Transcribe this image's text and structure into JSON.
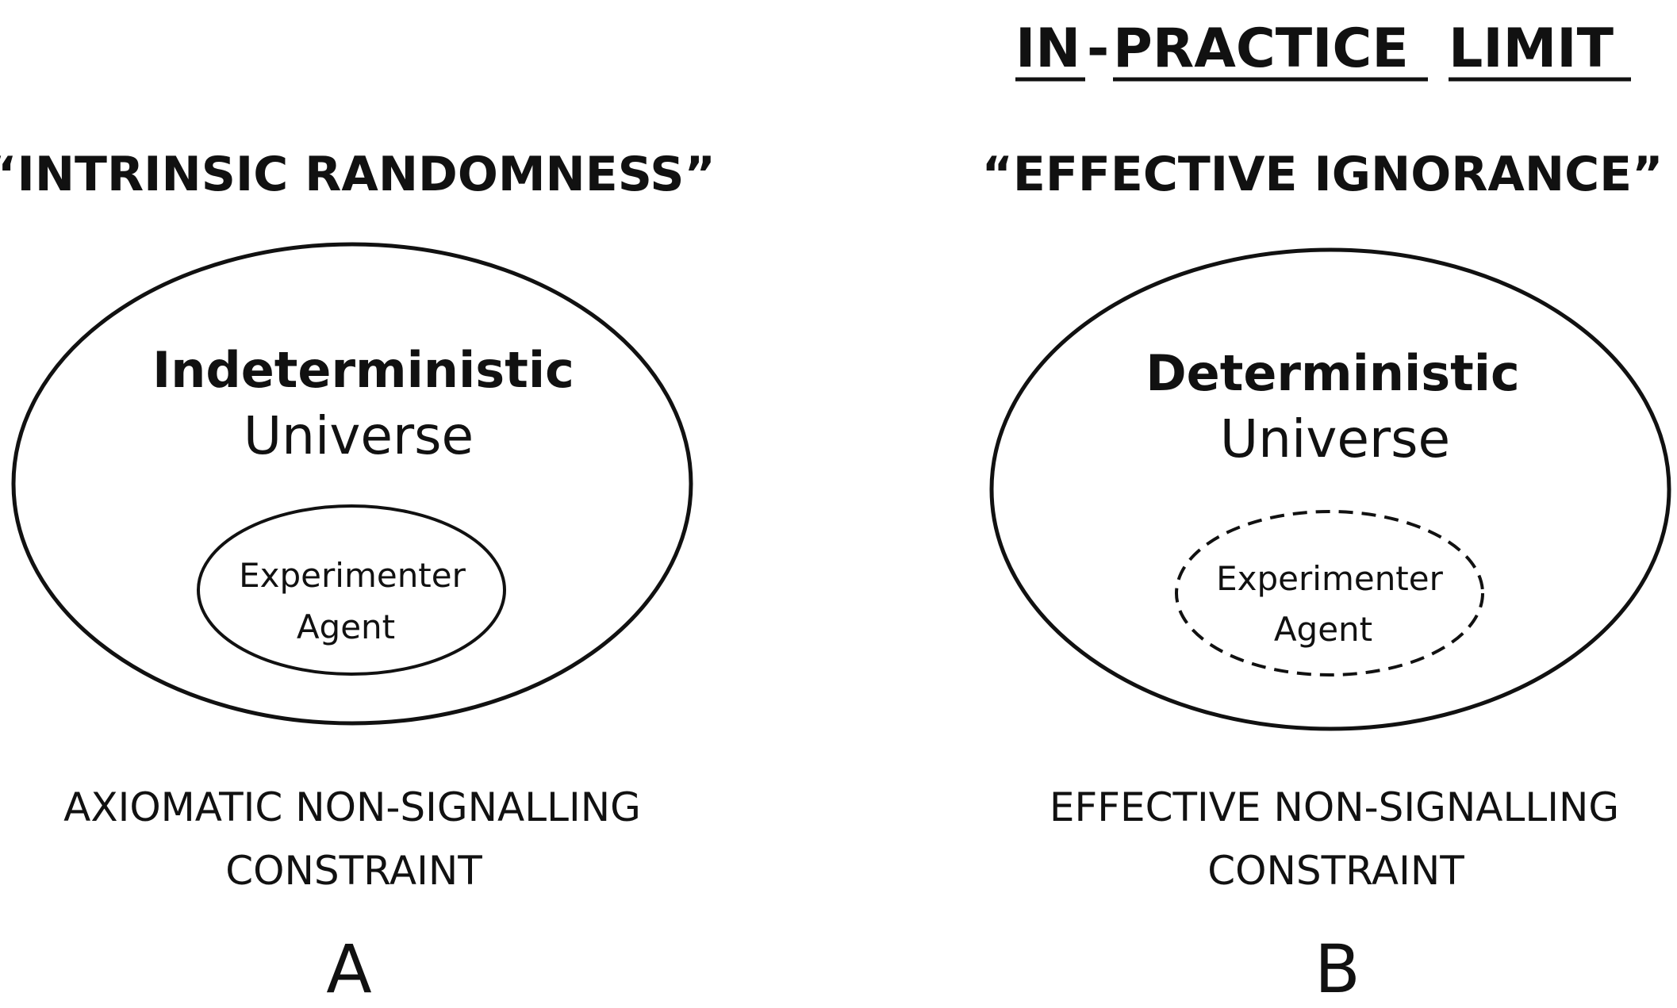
{
  "title": {
    "words": [
      "IN",
      "-",
      "PRACTICE",
      "LIMIT"
    ]
  },
  "panels": [
    {
      "heading": "“INTRINSIC RANDOMNESS”",
      "universe_bold": "Indeterministic",
      "universe_word": "Universe",
      "agent_line1": "Experimenter",
      "agent_line2": "Agent",
      "agent_border": "solid",
      "constraint_line1": "AXIOMATIC NON-SIGNALLING",
      "constraint_line2": "CONSTRAINT",
      "letter": "A"
    },
    {
      "heading": "“EFFECTIVE IGNORANCE”",
      "universe_bold": "Deterministic",
      "universe_word": "Universe",
      "agent_line1": "Experimenter",
      "agent_line2": "Agent",
      "agent_border": "dashed",
      "constraint_line1": "EFFECTIVE NON-SIGNALLING",
      "constraint_line2": "CONSTRAINT",
      "letter": "B"
    }
  ]
}
